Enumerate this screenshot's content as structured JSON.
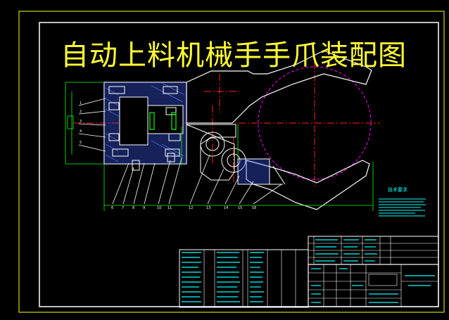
{
  "drawing": {
    "title": "自动上料机械手手爪装配图",
    "technical_requirements_label": "技术要求"
  },
  "colors": {
    "background": "#000000",
    "frame": "#ffffff",
    "outer_frame": "#ffff00",
    "title": "#ffff33",
    "part_outline": "#ffffff",
    "hatch": "#4060ff",
    "dimension": "#00ff00",
    "centerline": "#ff2020",
    "phantom_circle": "#ff00ff",
    "table_text": "#00ffff",
    "table_lines": "#ffffff"
  },
  "icons": [
    "claw-assembly-drawing",
    "gear-icon",
    "bolt-icon"
  ]
}
